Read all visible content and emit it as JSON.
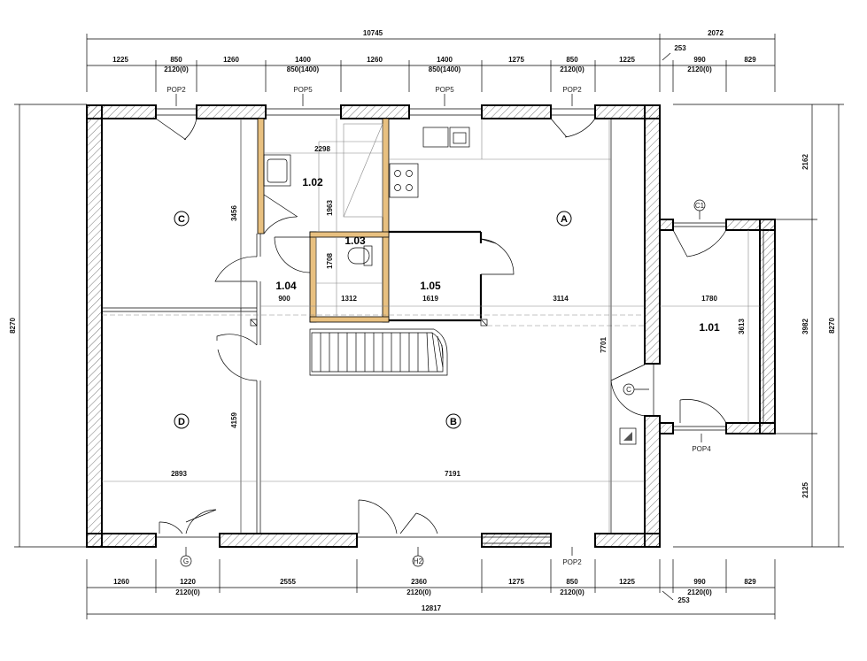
{
  "dims_top": {
    "overall_main": "10745",
    "overall_ext": "2072",
    "offset": "253",
    "segments": [
      "1225",
      "850",
      "1260",
      "1400",
      "1260",
      "1400",
      "1275",
      "850",
      "1225",
      "990",
      "829"
    ],
    "sills": [
      "2120(0)",
      "850(1400)",
      "850(1400)",
      "2120(0)",
      "2120(0)"
    ],
    "openings": [
      "POP2",
      "POP5",
      "POP5",
      "POP2"
    ]
  },
  "dims_bottom": {
    "segments": [
      "1260",
      "1220",
      "2555",
      "2360",
      "1275",
      "850",
      "1225",
      "990",
      "829"
    ],
    "sills": [
      "2120(0)",
      "2120(0)",
      "2120(0)",
      "2120(0)"
    ],
    "overall": "12817",
    "offset": "253",
    "openings": [
      "G",
      "H2",
      "POP2"
    ]
  },
  "dims_left": {
    "overall": "8270"
  },
  "dims_right": {
    "segments": [
      "2162",
      "3982",
      "2125"
    ],
    "overall": "8270"
  },
  "rooms": {
    "r101": "1.01",
    "r102": "1.02",
    "r103": "1.03",
    "r104": "1.04",
    "r105": "1.05"
  },
  "grid_marks": [
    "A",
    "B",
    "C",
    "D"
  ],
  "interior_dims": {
    "d2298": "2298",
    "d3456": "3456",
    "d1963": "1963",
    "d1708": "1708",
    "d900": "900",
    "d1312": "1312",
    "d1619": "1619",
    "d3114": "3114",
    "d1780": "1780",
    "d3613": "3613",
    "d7701": "7701",
    "d4159": "4159",
    "d2893": "2893",
    "d7191": "7191"
  },
  "door_marks": {
    "c1": "C1",
    "c": "C",
    "pop4": "POP4"
  }
}
